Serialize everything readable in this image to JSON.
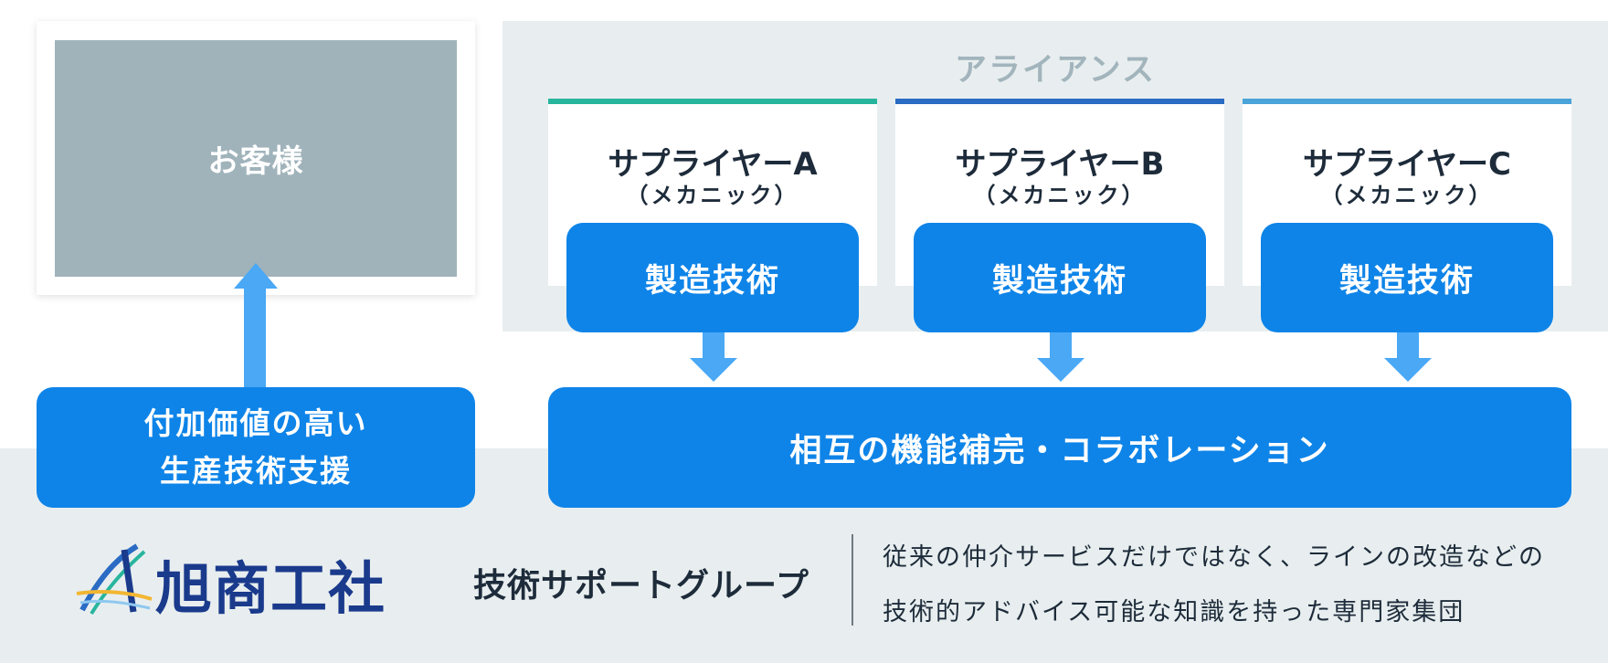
{
  "alliance": {
    "title": "アライアンス"
  },
  "customer": {
    "label": "お客様"
  },
  "suppliers": [
    {
      "name": "サプライヤーA",
      "role": "（メカニック）",
      "tech": "製造技術",
      "accent": "#28b59e"
    },
    {
      "name": "サプライヤーB",
      "role": "（メカニック）",
      "tech": "製造技術",
      "accent": "#2a6bc4"
    },
    {
      "name": "サプライヤーC",
      "role": "（メカニック）",
      "tech": "製造技術",
      "accent": "#4aa3d9"
    }
  ],
  "support": {
    "line1": "付加価値の高い",
    "line2": "生産技術支援"
  },
  "collaboration": {
    "label": "相互の機能補完・コラボレーション"
  },
  "company": {
    "logo_text": "旭商工社"
  },
  "group": {
    "name": "技術サポートグループ",
    "desc_line1": "従来の仲介サービスだけではなく、ラインの改造などの",
    "desc_line2": "技術的アドバイス可能な知識を持った専門家集団"
  },
  "colors": {
    "primary_blue": "#0e84e8",
    "arrow_blue": "#4aa8f5",
    "band_gray": "#e8eeef",
    "customer_gray": "#a0b3bb"
  }
}
